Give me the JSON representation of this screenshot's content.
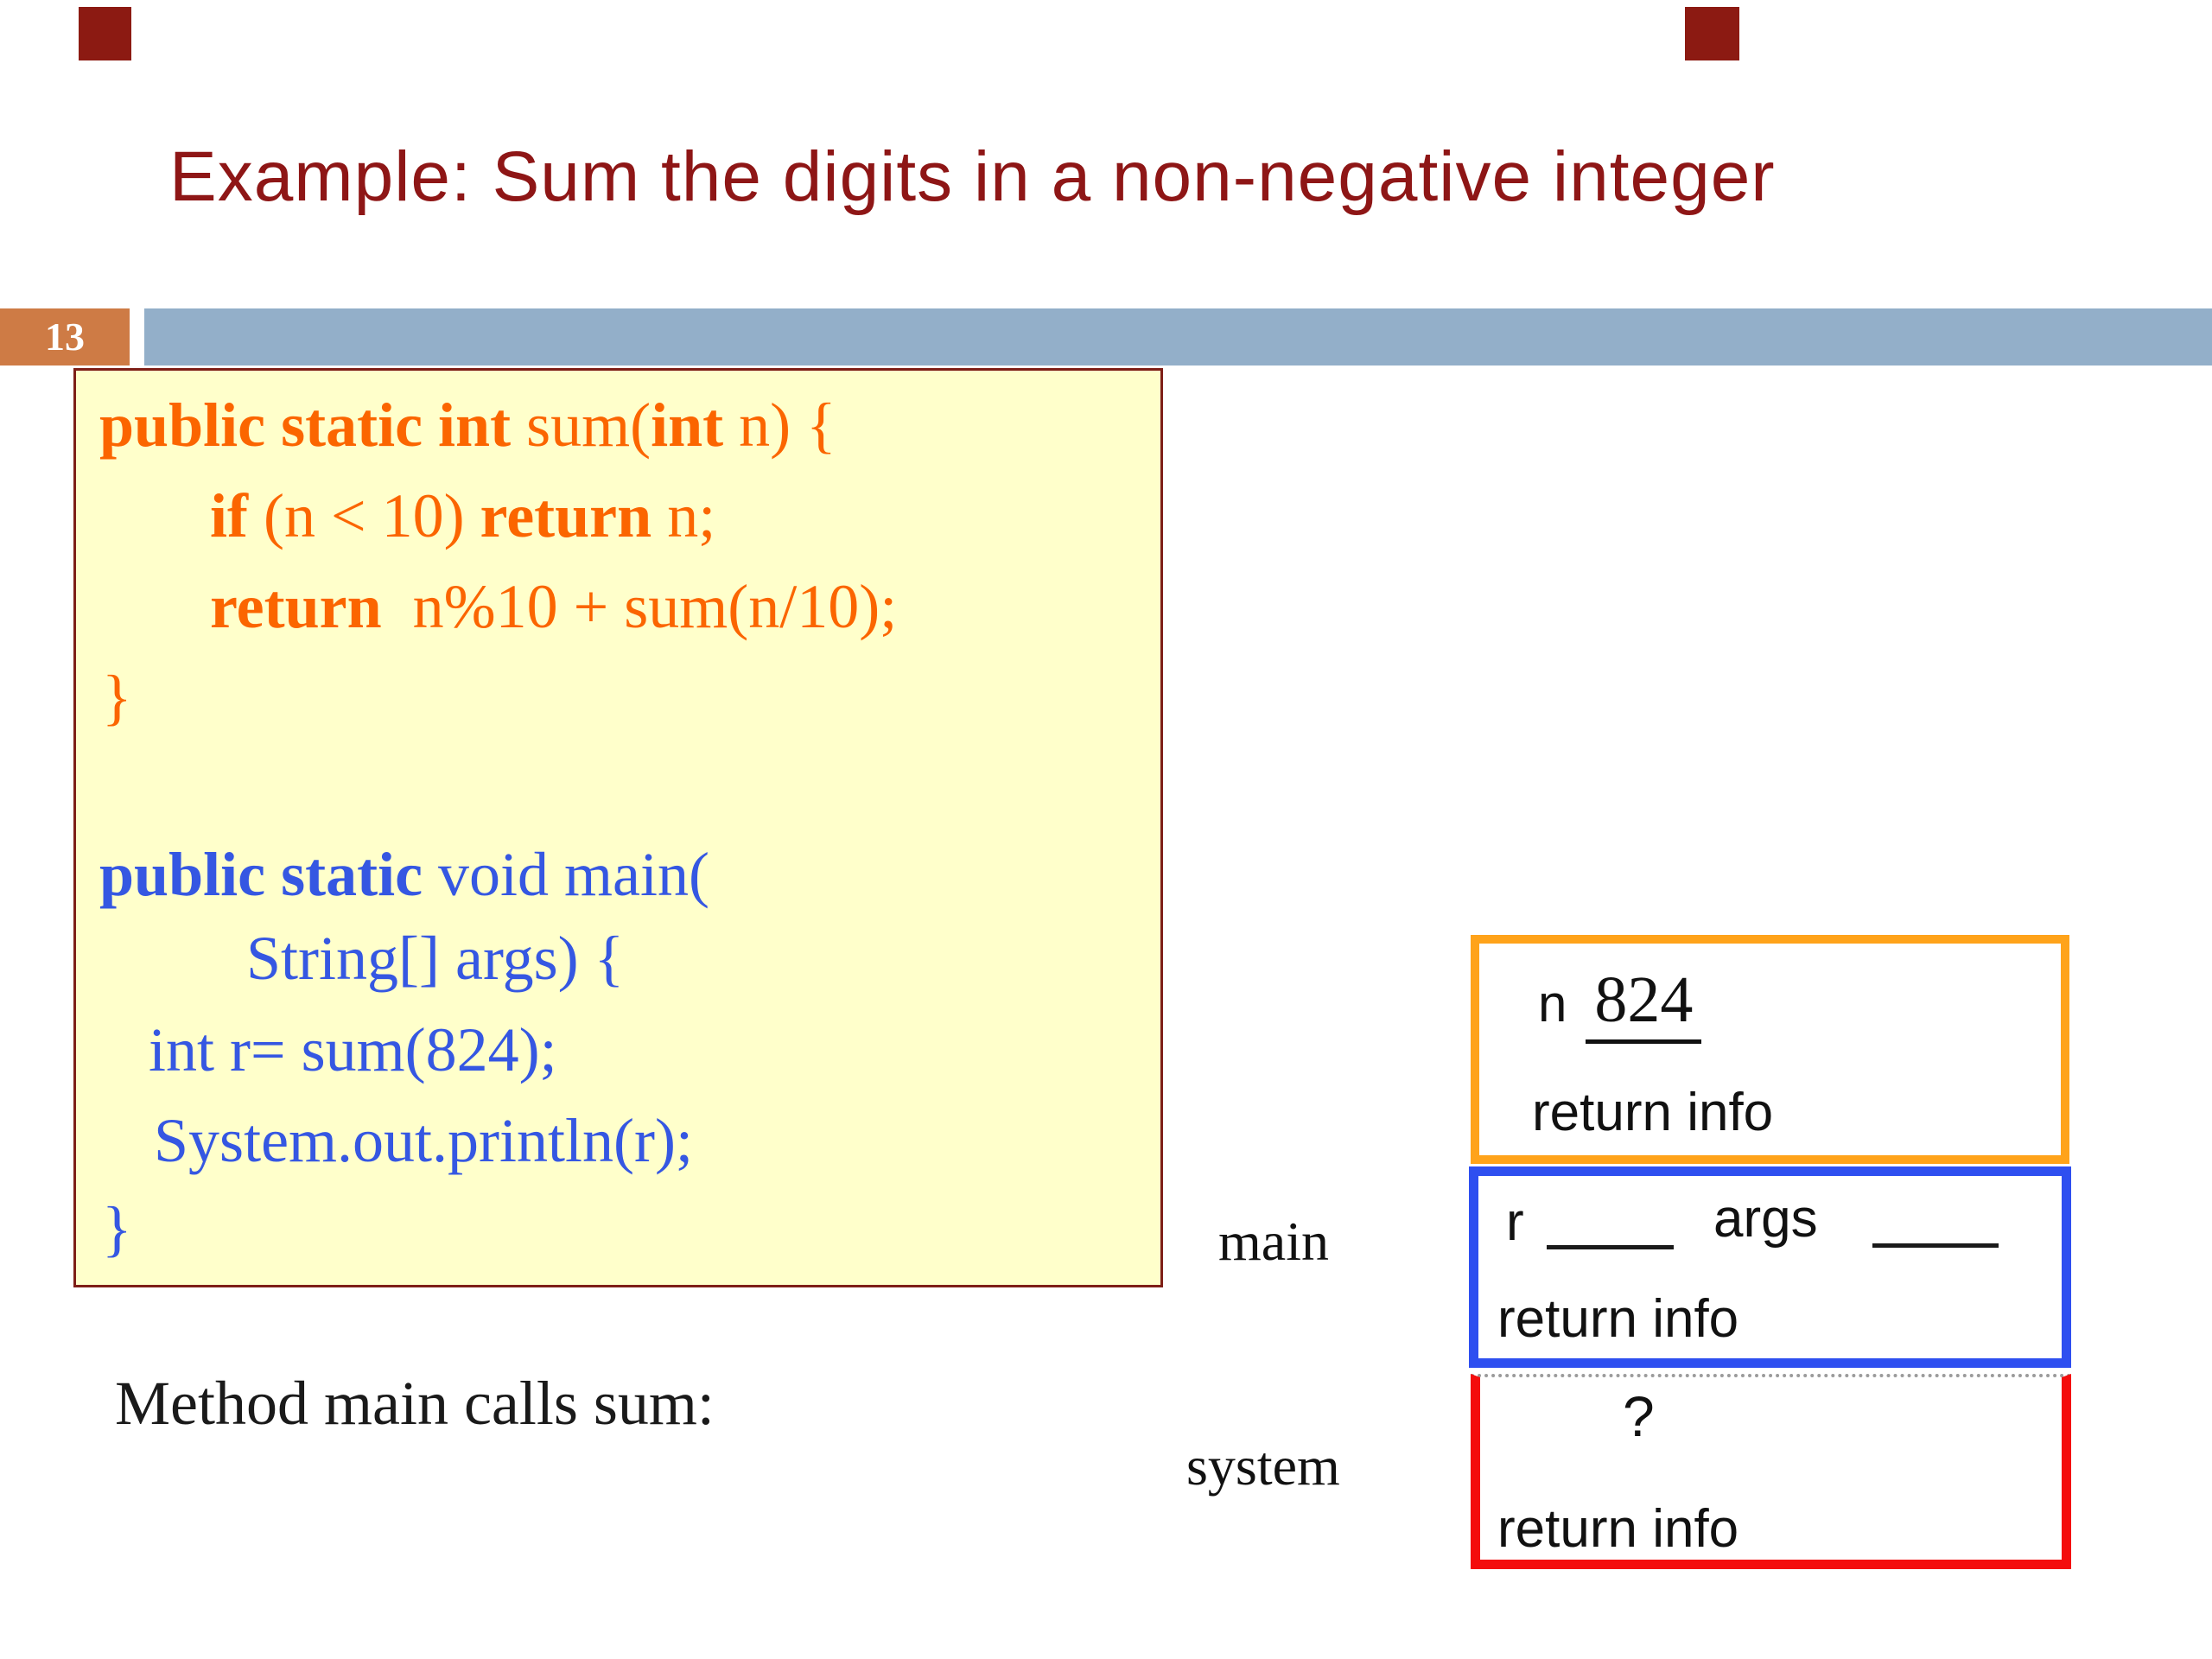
{
  "header": {
    "title": "Example: Sum the digits in a non-negative integer",
    "page_number": "13"
  },
  "caption": "Method main calls sum:",
  "code_panel": {
    "sum_method": {
      "line1": {
        "kw1": "public static int",
        "plain1": " sum(",
        "kw2": "int",
        "plain2": " n) {"
      },
      "line2": {
        "kw1": "if",
        "plain1": " (n < 10) ",
        "kw2": "return",
        "plain2": " n;"
      },
      "line3": {
        "kw1": "return",
        "plain1": "  n%10 + sum(n/10);"
      },
      "line4": {
        "plain1": "}"
      }
    },
    "main_method": {
      "line1": {
        "kw1": "public static",
        "plain1": " void main("
      },
      "line2": {
        "plain1": "String[] args) {"
      },
      "line3": {
        "plain1": "int r= sum(824);"
      },
      "line4": {
        "plain1": "System.out.println(r);"
      },
      "line5": {
        "plain1": "}"
      }
    }
  },
  "stack": {
    "sum_frame": {
      "var_name": "n",
      "var_value": "824",
      "return_info": "return info",
      "border_color": "#FFA31A"
    },
    "main_frame": {
      "label": "main",
      "var1": "r",
      "var2": "args",
      "return_info": "return info",
      "border_color": "#2E4FF0"
    },
    "system_frame": {
      "label": "system",
      "unknown_value": "?",
      "return_info": "return info",
      "border_color": "#F40D0D"
    }
  },
  "colors": {
    "title_red": "#8E1616",
    "code_orange": "#FB6500",
    "code_blue": "#3557E2",
    "bar_orange": "#CE7B45",
    "bar_blue": "#93AFC9",
    "code_box_fill": "#FFFFCB",
    "code_box_border": "#7E1F17",
    "deco_square": "#8C1A12"
  }
}
